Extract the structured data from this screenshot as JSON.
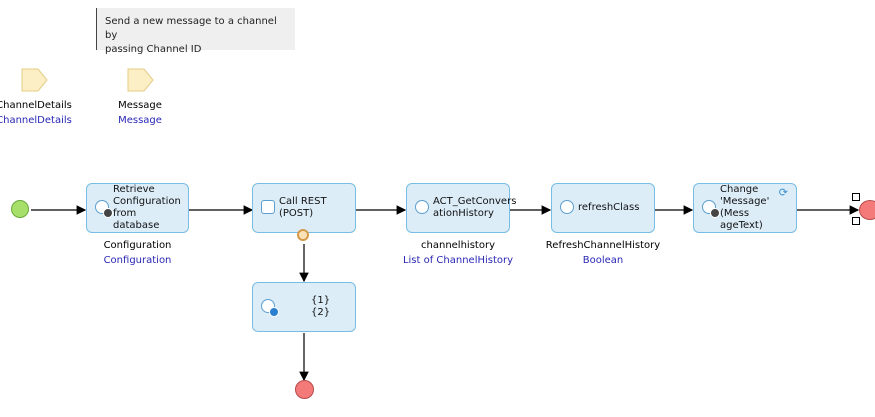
{
  "annotation": {
    "line1": "Send a new message to a channel by",
    "line2": "passing Channel ID"
  },
  "parameters": [
    {
      "name": "ChannelDetails",
      "type": "ChannelDetails"
    },
    {
      "name": "Message",
      "type": "Message"
    }
  ],
  "activities": {
    "retrieve": {
      "line1": "Retrieve",
      "line2": "Configuration",
      "line3": "from database",
      "var": "Configuration",
      "type": "Configuration"
    },
    "rest": {
      "line1": "Call REST (POST)",
      "var": "",
      "type": ""
    },
    "act": {
      "line1": "ACT_GetConvers",
      "line2": "ationHistory",
      "var": "channelhistory",
      "type": "List of ChannelHistory"
    },
    "refresh": {
      "line1": "refreshClass",
      "var": "RefreshChannelHistory",
      "type": "Boolean"
    },
    "change": {
      "line1": "Change",
      "line2": "'Message' (Mess",
      "line3": "ageText)"
    },
    "log": {
      "line1": "{1}",
      "line2": "{2}"
    }
  },
  "colors": {
    "activity_fill": "#dcedf8",
    "activity_border": "#78bde3",
    "start": "#a6e06a",
    "end": "#f47a7a",
    "type_text": "#2a27b6"
  }
}
